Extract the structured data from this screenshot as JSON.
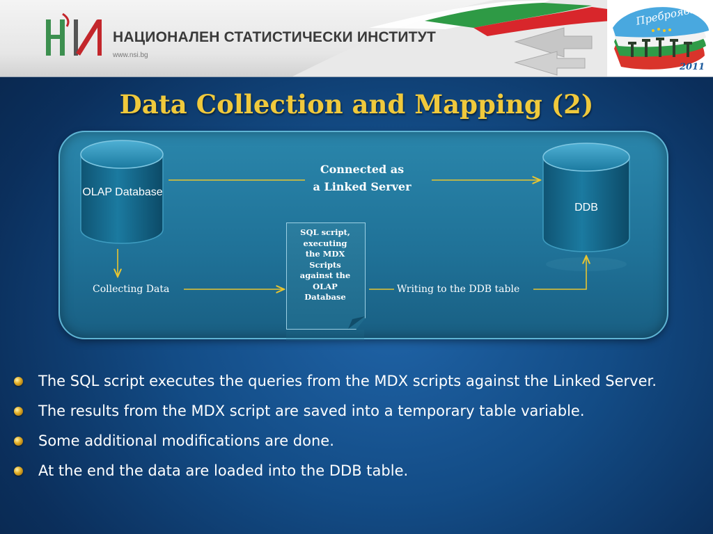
{
  "header": {
    "institute_name": "НАЦИОНАЛЕН СТАТИСТИЧЕСКИ ИНСТИТУТ",
    "website": "www.nsi.bg",
    "census_logo_text": "Преброяване",
    "census_year": "2011"
  },
  "slide": {
    "title": "Data Collection and Mapping (2)"
  },
  "diagram": {
    "olap_db": "OLAP Database",
    "ddb": "DDB",
    "linked_server_line1": "Connected as",
    "linked_server_line2": "a Linked Server",
    "collecting": "Collecting Data",
    "writing": "Writing to the DDB table",
    "script": [
      "SQL script,",
      "executing",
      "the MDX",
      "Scripts",
      "against the",
      "OLAP",
      "Database"
    ]
  },
  "bullets": [
    "The SQL script executes the queries from the MDX scripts against the Linked Server.",
    "The results from the MDX script are saved into a temporary table variable.",
    "Some additional modifications are done.",
    "At the end the data are loaded into the DDB table."
  ],
  "colors": {
    "title": "#f0c93c",
    "arrow": "#e8c531",
    "panel": "#1f7197"
  }
}
